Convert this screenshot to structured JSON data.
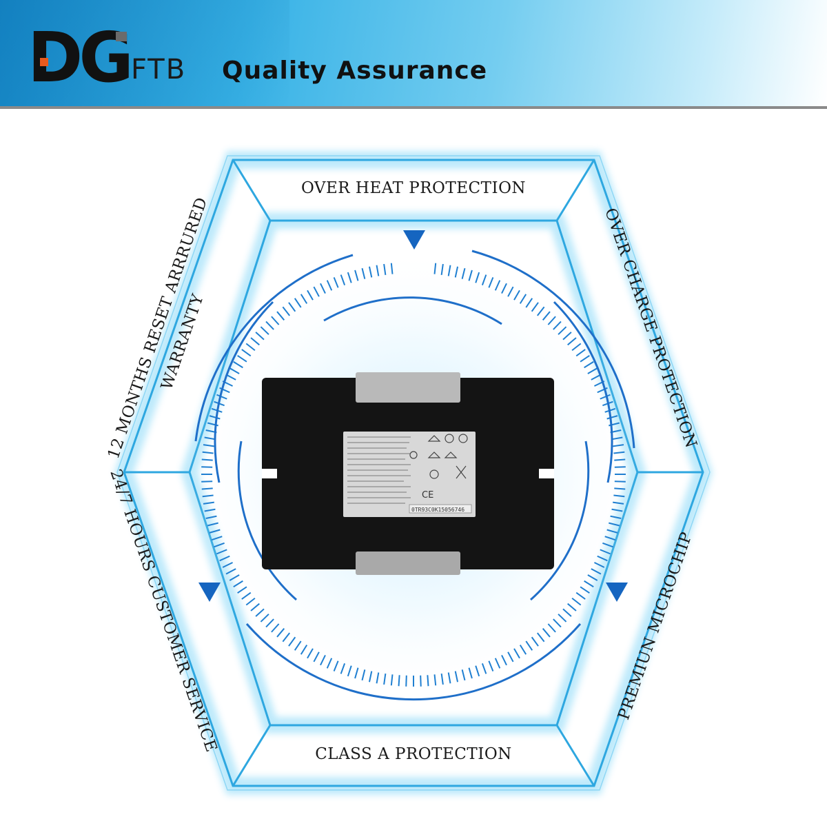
{
  "header": {
    "logo_text": "DG",
    "brand_sub": "FTB",
    "tagline": "Quality Assurance"
  },
  "features": {
    "top": "OVER HEAT PROTECTION",
    "top_right": "OVER CHARGE PROTECTION",
    "bottom_right": "PREMIUN MICROCHIP",
    "bottom": "CLASS A PROTECTION",
    "bottom_left": "24/7 HOURS CUSTOMER SERVICE",
    "top_left_line1": "12 MONTHS RESET ARRRURED",
    "top_left_line2": "WARRANTY"
  },
  "product": {
    "name": "battery-pack",
    "label_barcode": "0TR93C0K15056746"
  },
  "colors": {
    "accent": "#1565c0",
    "glow": "#4fc3f7",
    "header_start": "#1d9ad6",
    "battery": "#111111"
  },
  "icons": [
    "triangle-arrow-down-icon"
  ]
}
